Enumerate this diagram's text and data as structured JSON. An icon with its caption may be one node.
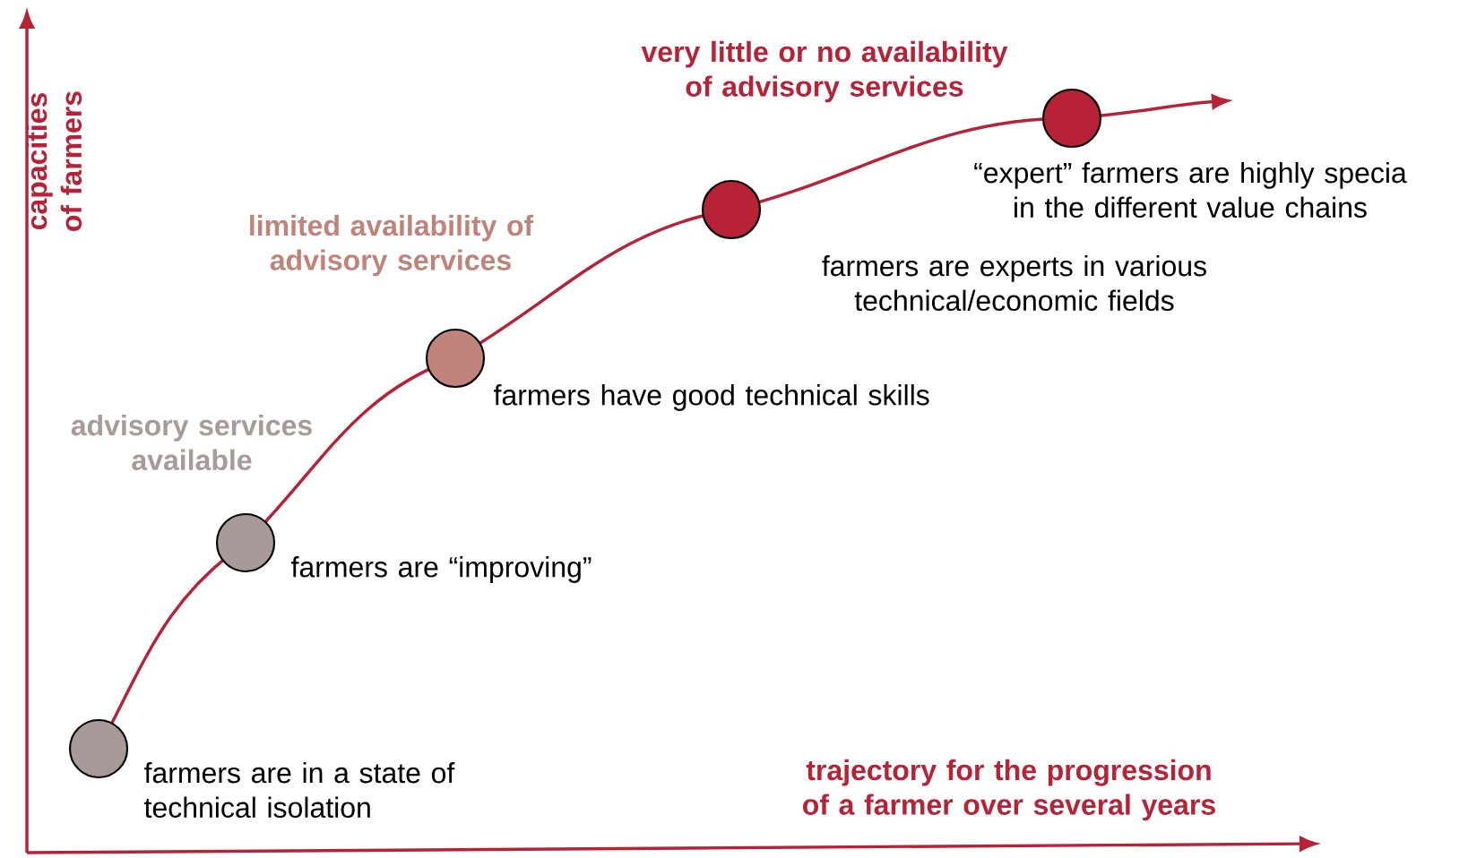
{
  "diagram": {
    "nodes": [
      {
        "text": [],
        "shape": "circle",
        "beside": [
          "farmers are in a state of technical isolation"
        ]
      },
      {
        "text": [],
        "shape": "circle",
        "beside": [
          "farmers are “improving”"
        ]
      },
      {
        "text": [],
        "shape": "circle",
        "beside": [
          "farmers have good technical skills"
        ]
      },
      {
        "text": [],
        "shape": "circle",
        "beside": [
          "farmers are experts in various technical/economic fields"
        ]
      },
      {
        "text": [],
        "shape": "circle",
        "beside": [
          "“expert” farmers are highly specia in the different value chains"
        ]
      }
    ],
    "edges": [
      {
        "from": 0,
        "to": 1,
        "arrow": "none"
      },
      {
        "from": 1,
        "to": 2,
        "arrow": "none"
      },
      {
        "from": 2,
        "to": 3,
        "arrow": "none"
      },
      {
        "from": 3,
        "to": 4,
        "arrow": "none"
      },
      {
        "from": 4,
        "to": null,
        "arrow": "to"
      }
    ],
    "labels": [
      "very little or no availability of advisory services",
      "capacities of farmers",
      "limited availability of advisory services",
      "advisory services available",
      "trajectory for the progression of a farmer over several years"
    ]
  }
}
